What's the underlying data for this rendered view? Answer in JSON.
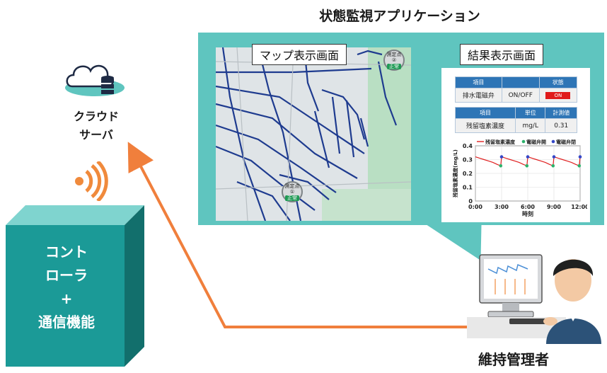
{
  "app_title": "状態監視アプリケーション",
  "map_screen": {
    "label": "マップ表示画面",
    "pins": [
      {
        "name": "測定点",
        "number": "①",
        "status": "正常"
      },
      {
        "name": "測定点",
        "number": "②",
        "status": "正常"
      }
    ]
  },
  "result_screen": {
    "label": "結果表示画面",
    "table1": {
      "headers": [
        "項目",
        "",
        "状態"
      ],
      "row": [
        "排水電磁弁",
        "ON/OFF",
        "ON"
      ]
    },
    "table2": {
      "headers": [
        "項目",
        "単位",
        "計測値"
      ],
      "row": [
        "残留塩素濃度",
        "mg/L",
        "0.31"
      ]
    }
  },
  "cloud": {
    "line1": "クラウド",
    "line2": "サーバ"
  },
  "controller": {
    "line1": "コント",
    "line2": "ローラ",
    "line3": "+",
    "line4": "通信機能"
  },
  "admin": {
    "label": "維持管理者"
  },
  "colors": {
    "panel": "#5fc5bf",
    "controller_front": "#1b9a97",
    "arrow": "#f07f3c",
    "series": "#e02020",
    "valve_open": "#2cb26b",
    "valve_close": "#3548c8"
  },
  "chart_data": {
    "type": "line",
    "xlabel": "時刻",
    "ylabel": "残留塩素濃度(mg/L)",
    "xlim": [
      0,
      12
    ],
    "ylim": [
      0,
      0.4
    ],
    "x_ticks": [
      "0:00",
      "3:00",
      "6:00",
      "9:00",
      "12:00"
    ],
    "y_ticks": [
      "0",
      "0.1",
      "0.2",
      "0.3",
      "0.4"
    ],
    "legend": [
      "残留塩素濃度",
      "電磁弁開",
      "電磁弁閉"
    ],
    "legend_position": "top",
    "series": [
      {
        "name": "残留塩素濃度",
        "x": [
          0,
          0.5,
          1,
          1.5,
          2,
          2.5,
          2.9,
          3.0,
          3.5,
          4,
          4.5,
          5,
          5.5,
          5.9,
          6.0,
          6.5,
          7,
          7.5,
          8,
          8.5,
          8.9,
          9.0,
          9.5,
          10,
          10.5,
          11,
          11.5,
          11.9,
          12.0
        ],
        "y": [
          0.32,
          0.31,
          0.3,
          0.29,
          0.28,
          0.265,
          0.255,
          0.32,
          0.31,
          0.3,
          0.29,
          0.28,
          0.265,
          0.255,
          0.32,
          0.31,
          0.3,
          0.29,
          0.28,
          0.265,
          0.255,
          0.32,
          0.31,
          0.3,
          0.29,
          0.28,
          0.265,
          0.255,
          0.32
        ]
      },
      {
        "name": "電磁弁開",
        "x": [
          2.9,
          5.9,
          8.9,
          11.9
        ],
        "y": [
          0.255,
          0.255,
          0.255,
          0.255
        ]
      },
      {
        "name": "電磁弁閉",
        "x": [
          3.0,
          6.0,
          9.0,
          12.0
        ],
        "y": [
          0.32,
          0.32,
          0.32,
          0.32
        ]
      }
    ]
  }
}
